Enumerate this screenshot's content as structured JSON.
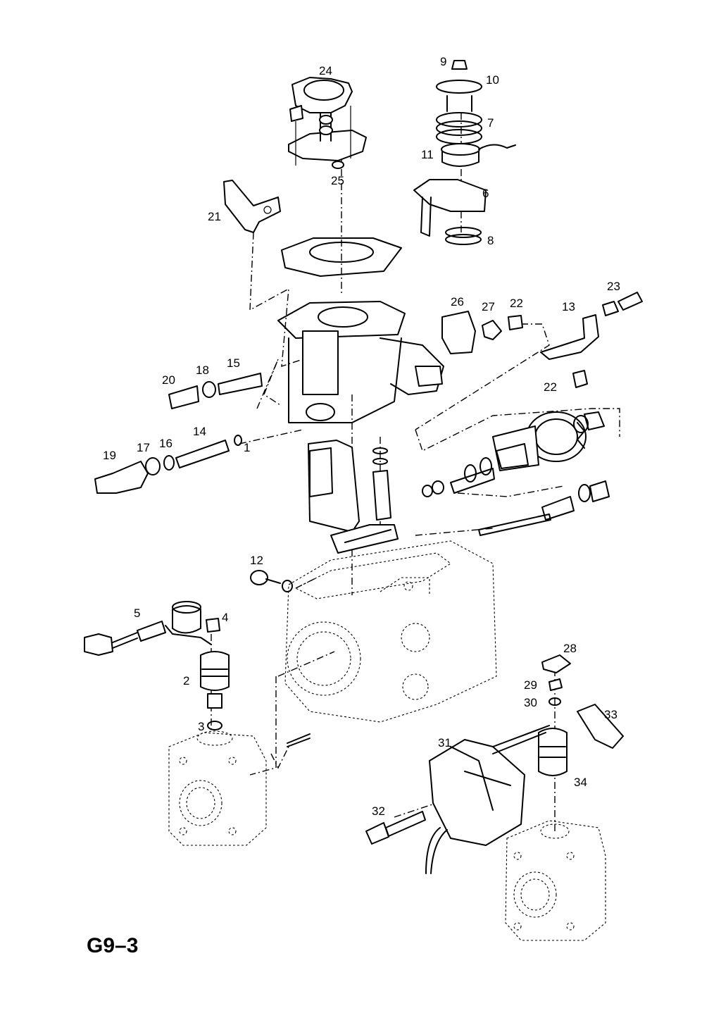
{
  "sheet": {
    "code": "G9–3"
  },
  "callouts": {
    "c1": "1",
    "c2": "2",
    "c3": "3",
    "c4": "4",
    "c5": "5",
    "c6": "6",
    "c7": "7",
    "c8": "8",
    "c9": "9",
    "c10": "10",
    "c11": "11",
    "c12": "12",
    "c13": "13",
    "c14": "14",
    "c15": "15",
    "c16": "16",
    "c17": "17",
    "c18": "18",
    "c19": "19",
    "c20": "20",
    "c21": "21",
    "c22a": "22",
    "c22b": "22",
    "c23": "23",
    "c24": "24",
    "c25": "25",
    "c26": "26",
    "c27": "27",
    "c28": "28",
    "c29": "29",
    "c30": "30",
    "c31": "31",
    "c32": "32",
    "c33": "33",
    "c34": "34"
  }
}
